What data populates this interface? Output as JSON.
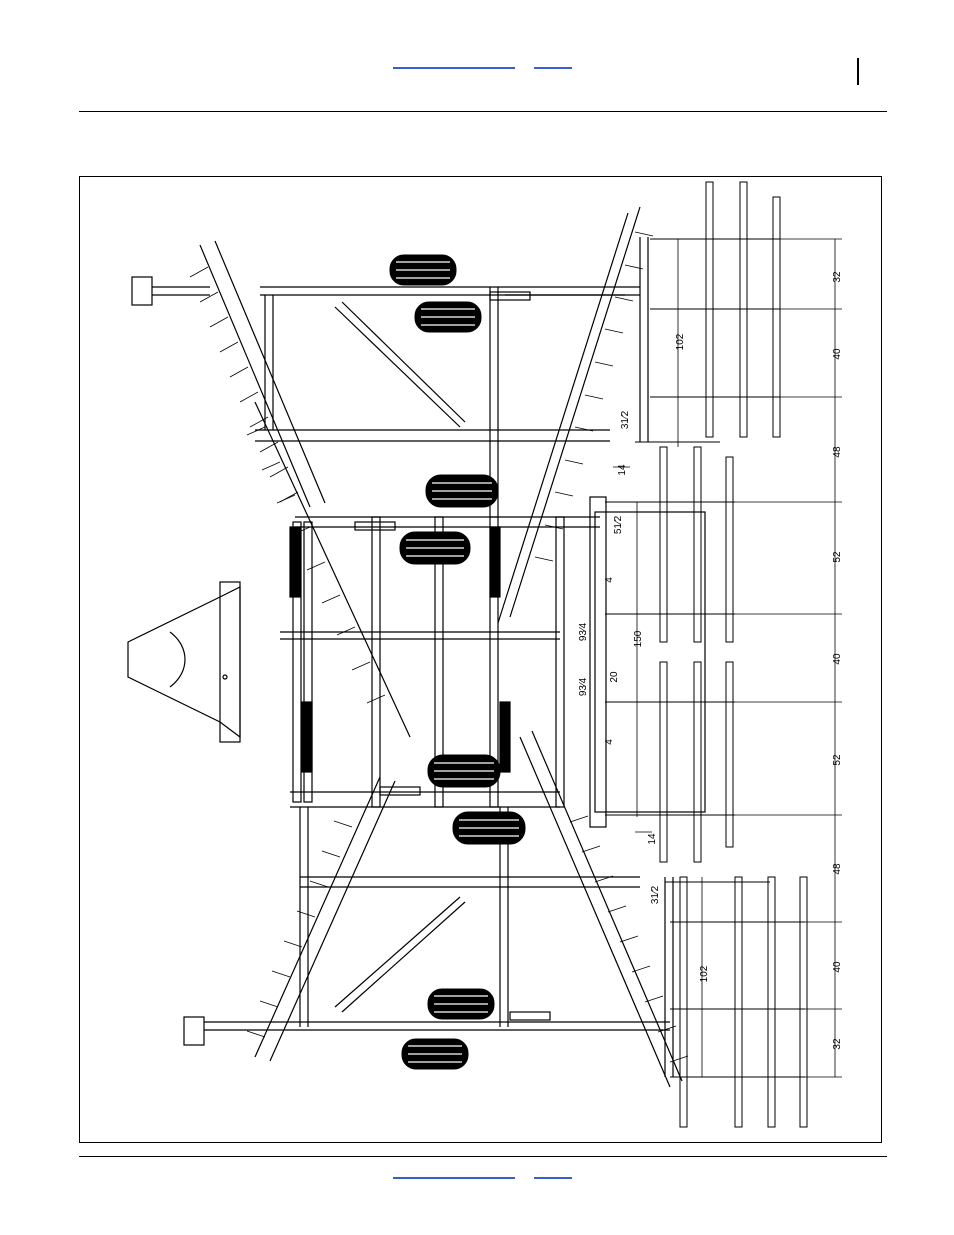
{
  "colors": {
    "link": "#3a5fcd",
    "line": "#000000",
    "tire": "#000000"
  },
  "diagram": {
    "dimensions": {
      "right_spacing": [
        "32",
        "40",
        "48",
        "52",
        "40",
        "52",
        "48",
        "40",
        "32"
      ],
      "span_labels": [
        "102",
        "150",
        "102"
      ],
      "offsets": [
        "14",
        "14",
        "4",
        "4",
        "20"
      ],
      "fractions": [
        "31⁄2",
        "51⁄2",
        "93⁄4",
        "93⁄4",
        "31⁄2"
      ]
    }
  }
}
